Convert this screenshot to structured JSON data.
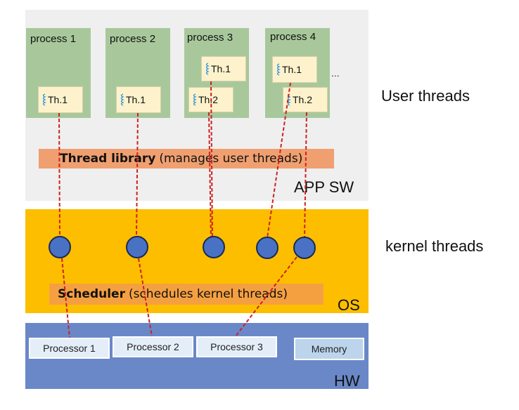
{
  "app_layer": {
    "label": "APP SW",
    "side_label": "User threads"
  },
  "processes": [
    {
      "label": "process 1",
      "threads": [
        "Th.1"
      ]
    },
    {
      "label": "process 2",
      "threads": [
        "Th.1"
      ]
    },
    {
      "label": "process 3",
      "threads": [
        "Th.1",
        "Th.2"
      ]
    },
    {
      "label": "process 4",
      "threads": [
        "Th.1",
        "Th.2"
      ]
    }
  ],
  "more_processes": "...",
  "thread_library": {
    "bold": "Thread library",
    "rest": "(manages user threads)"
  },
  "os_layer": {
    "label": "OS",
    "side_label": "kernel threads"
  },
  "scheduler": {
    "bold": "Scheduler",
    "rest": "(schedules kernel threads)"
  },
  "hw_layer": {
    "label": "HW",
    "processors": [
      "Processor 1",
      "Processor 2",
      "Processor 3"
    ],
    "memory": "Memory"
  },
  "colors": {
    "app_bg": "#efefef",
    "process_bg": "#a8c89c",
    "thread_bg": "#fdf2cc",
    "library_bar": "#f0a070",
    "os_bg": "#fdbe00",
    "scheduler_bar": "#f5a040",
    "kernel_thread": "#4a72c4",
    "hw_bg": "#6a88c8",
    "link": "#cc2222"
  }
}
